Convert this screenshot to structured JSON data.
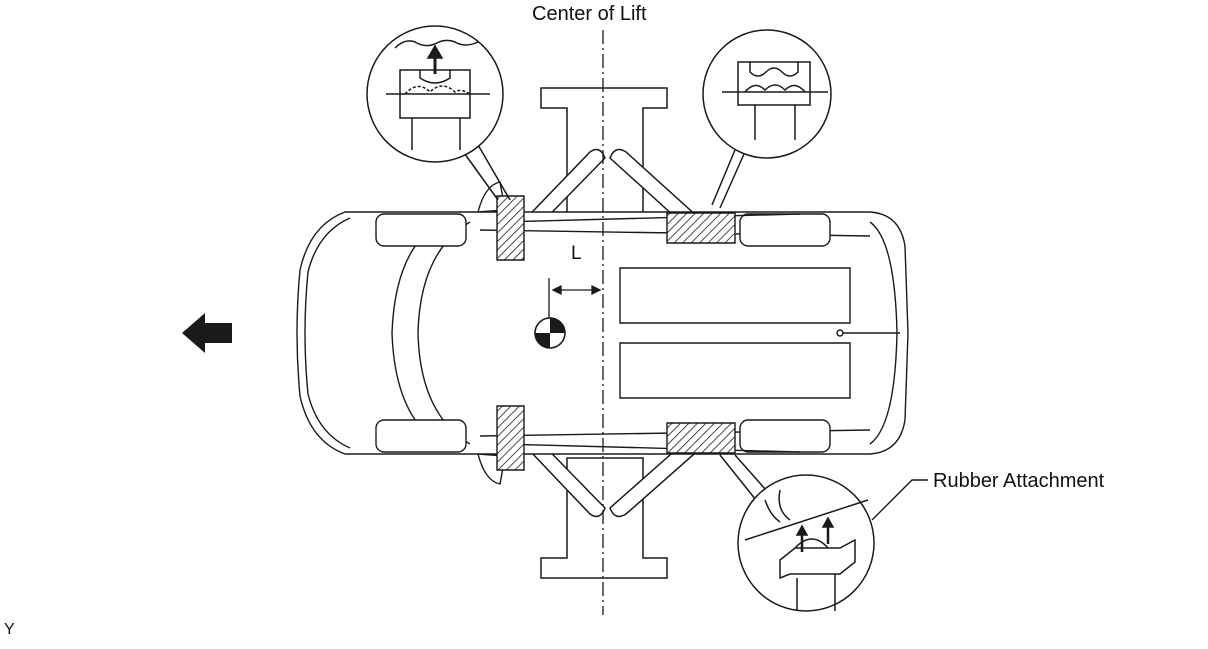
{
  "labels": {
    "center_of_lift": "Center of Lift",
    "distance_marker": "L",
    "rubber_attachment": "Rubber Attachment",
    "corner_code": "Y"
  },
  "colors": {
    "line": "#1a1a1a",
    "background": "#ffffff"
  },
  "icons": {
    "direction": "arrow-left-icon",
    "center_of_gravity": "center-of-gravity-icon"
  }
}
